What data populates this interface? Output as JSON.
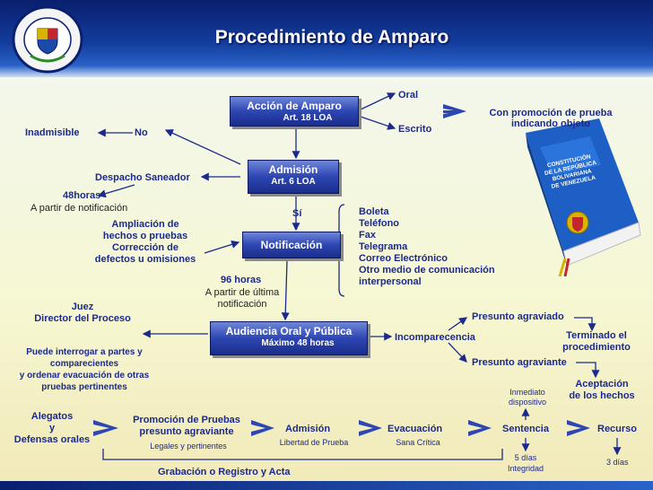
{
  "title": "Procedimiento de Amparo",
  "accion": {
    "title": "Acción de Amparo",
    "ref": "Art. 18 LOA"
  },
  "admision": {
    "title": "Admisión",
    "ref": "Art. 6 LOA"
  },
  "notificacion": {
    "title": "Notificación"
  },
  "audiencia": {
    "title": "Audiencia Oral y Pública",
    "ref": "Máximo 48 horas"
  },
  "oral": "Oral",
  "escrito": "Escrito",
  "promocion": [
    "Con promoción de prueba",
    "indicando objeto"
  ],
  "inadmisible": "Inadmisible",
  "no": "No",
  "despacho": "Despacho Saneador",
  "h48": "48horas",
  "partir_notif": "A partir de notificación",
  "ampliacion": [
    "Ampliación de",
    "hechos o pruebas",
    "Corrección de",
    "defectos u omisiones"
  ],
  "si": "Sí",
  "medios": [
    "Boleta",
    "Teléfono",
    "Fax",
    "Telegrama",
    "Correo Electrónico",
    "Otro medio de comunicación",
    "interpersonal"
  ],
  "h96": "96 horas",
  "partir_ultima": [
    "A partir de última",
    "notificación"
  ],
  "juez": [
    "Juez",
    "Director del Proceso"
  ],
  "interrogar": [
    "Puede interrogar a partes y",
    "comparecientes",
    "y ordenar evacuación de otras",
    "pruebas pertinentes"
  ],
  "incomparecencia": "Incomparecencia",
  "presunto_agraviado": "Presunto agraviado",
  "presunto_agraviante": "Presunto agraviante",
  "terminado": [
    "Terminado el",
    "procedimiento"
  ],
  "aceptacion": [
    "Aceptación",
    "de los hechos"
  ],
  "inmediato": [
    "Inmediato",
    "dispositivo"
  ],
  "alegatos": [
    "Alegatos",
    "y",
    "Defensas orales"
  ],
  "promocion_pruebas": [
    "Promoción de Pruebas",
    "presunto agraviante"
  ],
  "legales": "Legales y pertinentes",
  "admision_b": "Admisión",
  "libertad": "Libertad de Prueba",
  "evacuacion": "Evacuación",
  "sana": "Sana Crítica",
  "sentencia": "Sentencia",
  "recurso": "Recurso",
  "d5": [
    "5 días",
    "Integridad"
  ],
  "d3": "3 días",
  "grabacion": "Grabación o Registro y Acta",
  "book": [
    "CONSTITUCIÓN",
    "DE LA REPÚBLICA",
    "BOLIVARIANA",
    "DE VENEZUELA"
  ],
  "colors": {
    "header": "#123c9c",
    "label": "#1c2a8c",
    "box": "#2d46b2"
  }
}
